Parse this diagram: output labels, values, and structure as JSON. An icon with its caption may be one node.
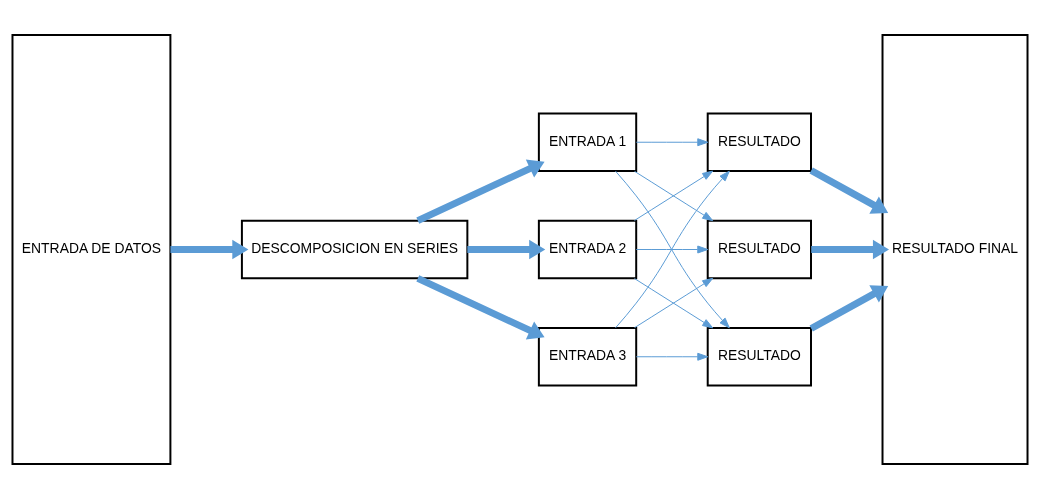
{
  "diagram": {
    "nodes": [
      {
        "text": [
          "ENTRADA DE DATOS"
        ]
      },
      {
        "text": [
          "DESCOMPOSICION EN SERIES"
        ]
      },
      {
        "text": [
          "ENTRADA 1"
        ]
      },
      {
        "text": [
          "ENTRADA 2"
        ]
      },
      {
        "text": [
          "ENTRADA 3"
        ]
      },
      {
        "text": [
          "RESULTADO"
        ]
      },
      {
        "text": [
          "RESULTADO"
        ]
      },
      {
        "text": [
          "RESULTADO"
        ]
      },
      {
        "text": [
          "RESULTADO FINAL"
        ]
      }
    ],
    "edges": [
      {
        "from": 0,
        "to": 1,
        "arrow": "to",
        "style": "thick"
      },
      {
        "from": 1,
        "to": 2,
        "arrow": "to",
        "style": "thick"
      },
      {
        "from": 1,
        "to": 3,
        "arrow": "to",
        "style": "thick"
      },
      {
        "from": 1,
        "to": 4,
        "arrow": "to",
        "style": "thick"
      },
      {
        "from": 2,
        "to": 5,
        "arrow": "to"
      },
      {
        "from": 2,
        "to": 6,
        "arrow": "to"
      },
      {
        "from": 2,
        "to": 7,
        "arrow": "to"
      },
      {
        "from": 3,
        "to": 5,
        "arrow": "to"
      },
      {
        "from": 3,
        "to": 6,
        "arrow": "to"
      },
      {
        "from": 3,
        "to": 7,
        "arrow": "to"
      },
      {
        "from": 4,
        "to": 5,
        "arrow": "to"
      },
      {
        "from": 4,
        "to": 6,
        "arrow": "to"
      },
      {
        "from": 4,
        "to": 7,
        "arrow": "to"
      },
      {
        "from": 5,
        "to": 8,
        "arrow": "to",
        "style": "thick"
      },
      {
        "from": 6,
        "to": 8,
        "arrow": "to",
        "style": "thick"
      },
      {
        "from": 7,
        "to": 8,
        "arrow": "to",
        "style": "thick"
      }
    ]
  }
}
